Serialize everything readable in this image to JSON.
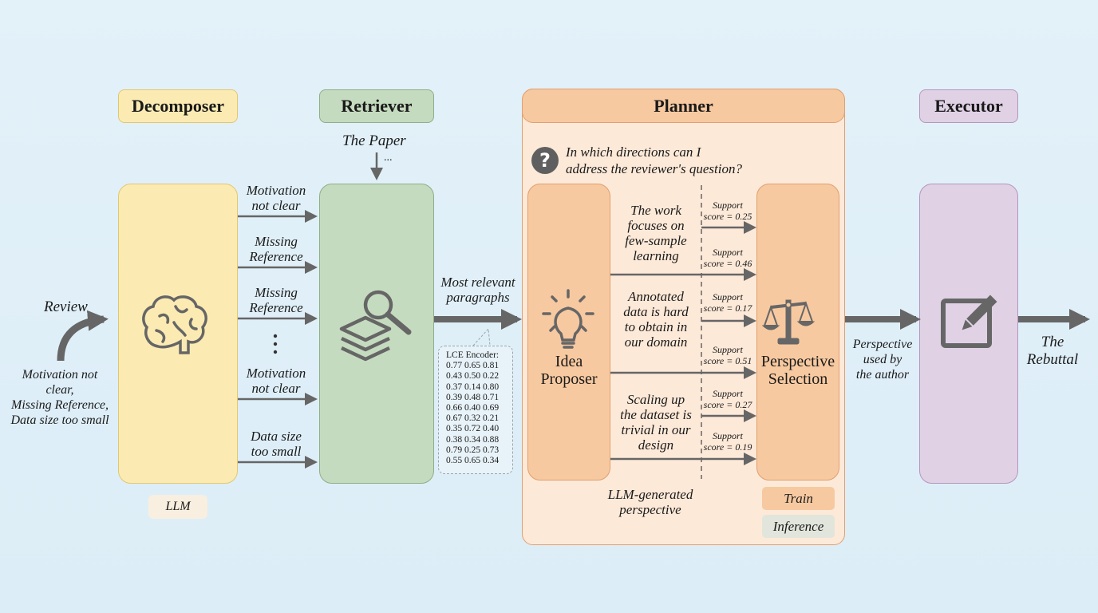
{
  "stages": {
    "decomposer": {
      "title": "Decomposer",
      "footer": "LLM",
      "icon": "brain-icon",
      "color": "#fbebb3"
    },
    "retriever": {
      "title": "Retriever",
      "input": "The Paper",
      "input_ellipsis": "...",
      "icon": "document-search-icon",
      "color": "#c5dbbf"
    },
    "planner": {
      "title": "Planner",
      "question": [
        "In which directions can I",
        "address the reviewer's question?"
      ],
      "color": "#f7c9a0"
    },
    "executor": {
      "title": "Executor",
      "icon": "edit-icon",
      "color": "#e0d1e5"
    }
  },
  "review": {
    "label": "Review",
    "items": [
      "Motivation not",
      "clear,",
      "Missing Reference,",
      "Data size too small"
    ]
  },
  "decomposed_items": [
    {
      "line1": "Motivation",
      "line2": "not clear"
    },
    {
      "line1": "Missing",
      "line2": "Reference"
    },
    {
      "line1": "Missing",
      "line2": "Reference"
    },
    {
      "line1": "Motivation",
      "line2": "not clear"
    },
    {
      "line1": "Data size",
      "line2": "too small"
    }
  ],
  "retrieval_output": {
    "line1": "Most relevant",
    "line2": "paragraphs"
  },
  "encoder": {
    "title": "LCE Encoder:",
    "rows": [
      "0.77 0.65 0.81",
      "0.43 0.50 0.22",
      "0.37 0.14 0.80",
      "0.39 0.48 0.71",
      "0.66 0.40 0.69",
      "0.67 0.32 0.21",
      "0.35 0.72 0.40",
      "0.38 0.34 0.88",
      "0.79 0.25 0.73",
      "0.55 0.65 0.34"
    ]
  },
  "idea_proposer": {
    "line1": "Idea",
    "line2": "Proposer",
    "icon": "lightbulb-icon"
  },
  "perspective_selection": {
    "line1": "Perspective",
    "line2": "Selection",
    "icon": "scales-icon"
  },
  "perspectives": [
    [
      "The work",
      "focuses on",
      "few-sample",
      "learning"
    ],
    [
      "Annotated",
      "data is hard",
      "to obtain in",
      "our domain"
    ],
    [
      "Scaling up",
      "the dataset is",
      "trivial in our",
      "design"
    ]
  ],
  "support_label": "Support",
  "support_scores": [
    "score = 0.25",
    "score = 0.46",
    "score = 0.17",
    "score = 0.51",
    "score = 0.27",
    "score = 0.19"
  ],
  "llm_generated": {
    "line1": "LLM-generated",
    "line2": "perspective"
  },
  "legend": {
    "train": "Train",
    "inference": "Inference",
    "train_color": "#f7c9a0",
    "inference_color": "#e2e5dc"
  },
  "selected_output": {
    "line1": "Perspective",
    "line2": "used by",
    "line3": "the author"
  },
  "final_output": {
    "line1": "The",
    "line2": "Rebuttal"
  }
}
